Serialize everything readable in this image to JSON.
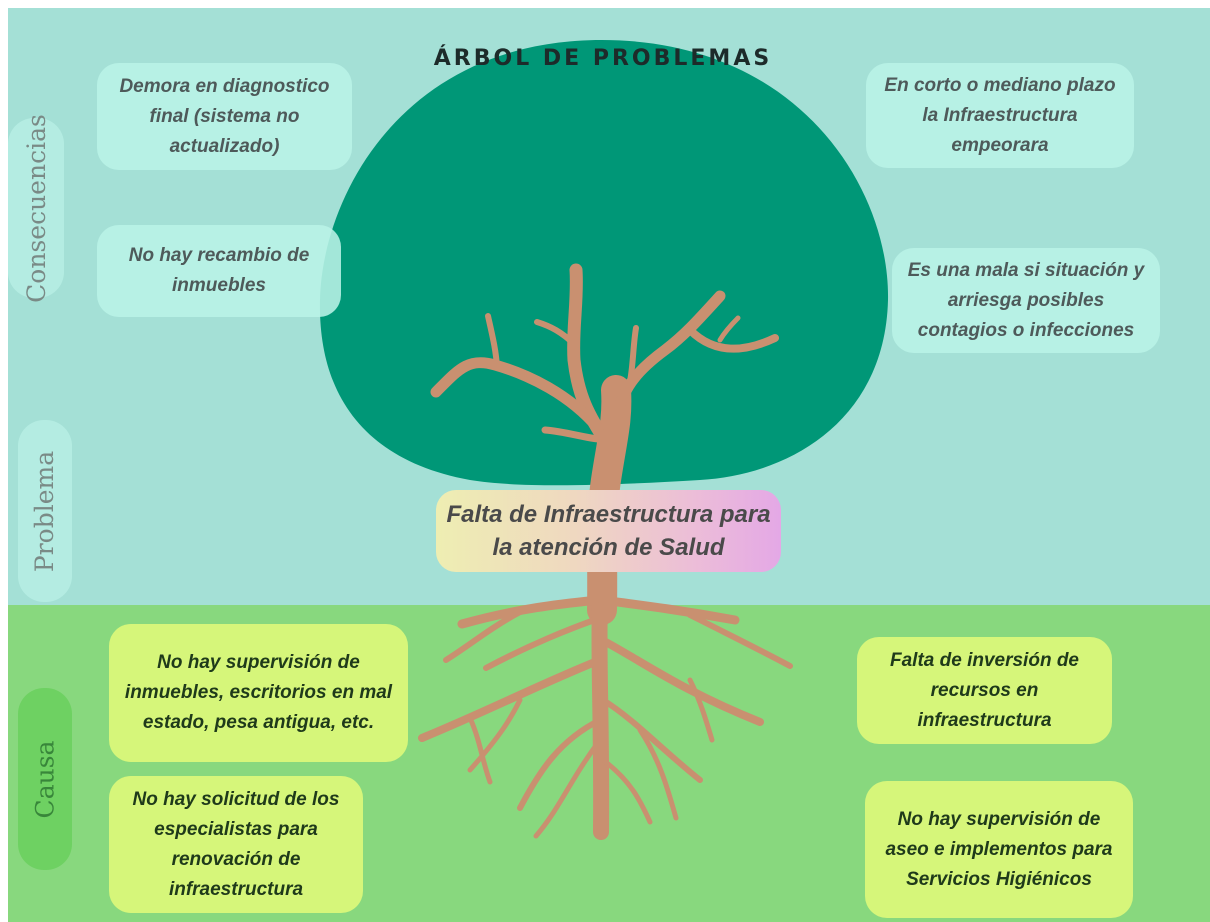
{
  "title": "ÁRBOL DE PROBLEMAS",
  "labels": {
    "consecuencias": "Consecuencias",
    "problema": "Problema",
    "causa": "Causa"
  },
  "consequences": [
    "Demora en diagnostico final (sistema no actualizado)",
    "No hay recambio de inmuebles",
    "En corto o mediano plazo la Infraestructura empeorara",
    "Es una mala si situación y arriesga posibles contagios o infecciones"
  ],
  "problem": "Falta de Infraestructura para la atención de Salud",
  "causes": [
    "No hay supervisión de inmuebles, escritorios en mal estado, pesa antigua, etc.",
    "No hay solicitud de los especialistas para renovación de infraestructura",
    "Falta de inversión de recursos en infraestructura",
    "No hay supervisión de aseo e implementos para Servicios Higiénicos"
  ],
  "colors": {
    "sky": "#a4e0d6",
    "ground": "#88d87e",
    "canopy": "#009777",
    "trunk": "#c99070",
    "consequence_box": "#baf3e7",
    "cause_box": "#d6f67a"
  }
}
